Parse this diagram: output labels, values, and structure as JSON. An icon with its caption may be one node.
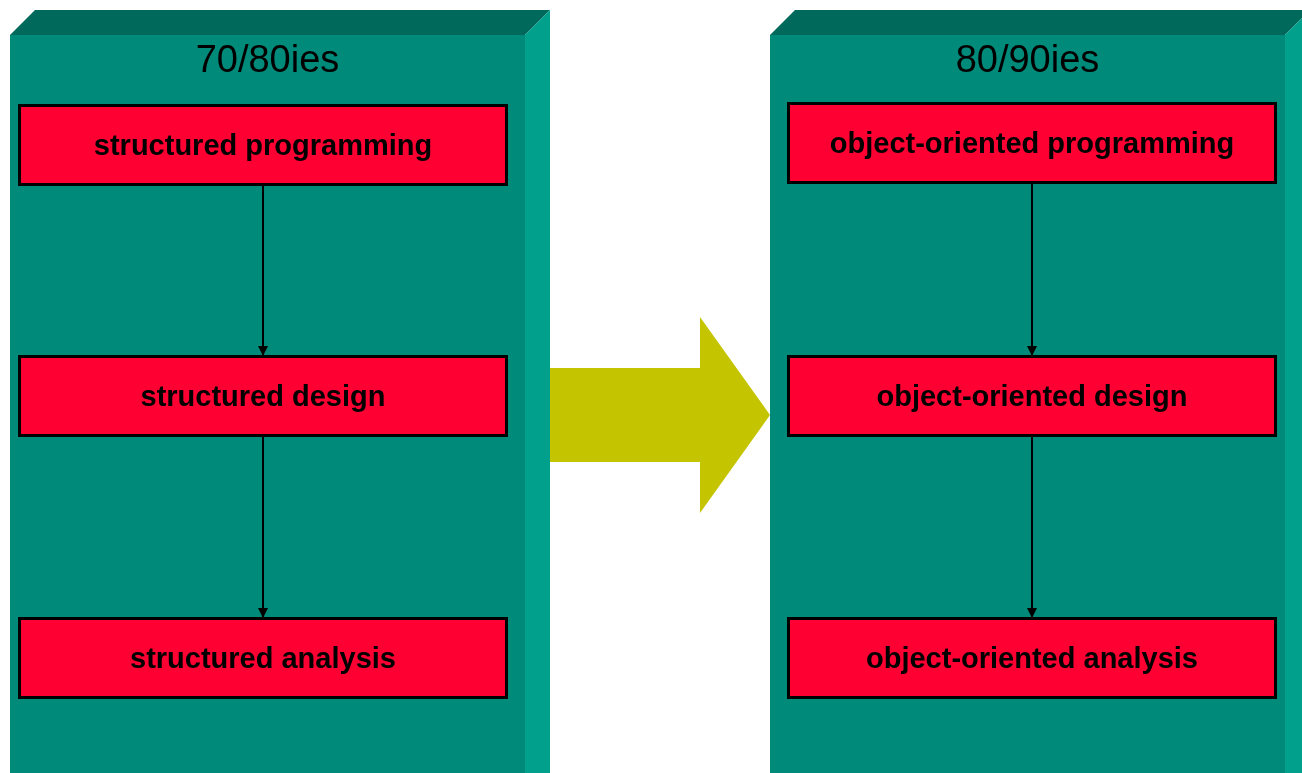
{
  "diagram": {
    "nodes": [
      {
        "text": [
          "70/80ies"
        ]
      },
      {
        "text": [
          "structured programming"
        ],
        "in": 0
      },
      {
        "text": [
          "structured design"
        ],
        "in": 0
      },
      {
        "text": [
          "structured analysis"
        ],
        "in": 0
      },
      {
        "text": [
          "80/90ies"
        ]
      },
      {
        "text": [
          "object-oriented programming"
        ],
        "in": 4
      },
      {
        "text": [
          "object-oriented design"
        ],
        "in": 4
      },
      {
        "text": [
          "object-oriented analysis"
        ],
        "in": 4
      }
    ],
    "edges": [
      {
        "from": 1,
        "to": 2,
        "arrow": "to"
      },
      {
        "from": 2,
        "to": 3,
        "arrow": "to"
      },
      {
        "from": 5,
        "to": 6,
        "arrow": "to"
      },
      {
        "from": 6,
        "to": 7,
        "arrow": "to"
      },
      {
        "from": 0,
        "to": 4,
        "arrow": "to",
        "style": "thick",
        "color": "#c4c400"
      }
    ]
  }
}
